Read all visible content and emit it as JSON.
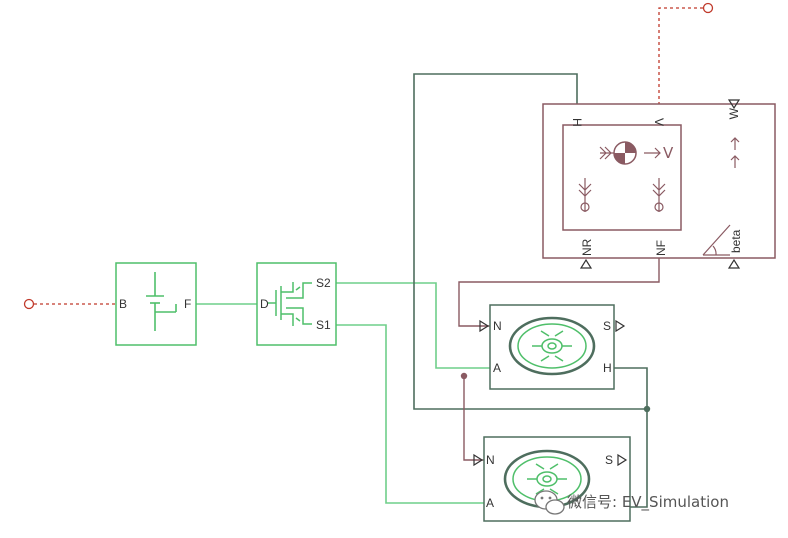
{
  "colors": {
    "green_wire": "#6fcf8a",
    "green_block": "#4fbf6a",
    "dark_wire": "#4e6e5e",
    "vehicle_block": "#8a5a62",
    "mech_wire": "#8a5a62",
    "signal_line": "#c0392b",
    "watermark": "#555555"
  },
  "blocks": {
    "battery": {
      "port_b": "B",
      "port_f": "F"
    },
    "switch": {
      "port_d": "D",
      "port_s2": "S2",
      "port_s1": "S1"
    },
    "motor_top": {
      "port_n": "N",
      "port_s": "S",
      "port_a": "A",
      "port_h": "H"
    },
    "motor_bottom": {
      "port_n": "N",
      "port_s": "S",
      "port_a": "A"
    },
    "vehicle": {
      "port_h": "H",
      "port_v": "V",
      "port_w": "W",
      "port_nr": "NR",
      "port_nf": "NF",
      "port_beta": "beta"
    }
  },
  "watermark": {
    "text": "微信号: EV_Simulation"
  }
}
